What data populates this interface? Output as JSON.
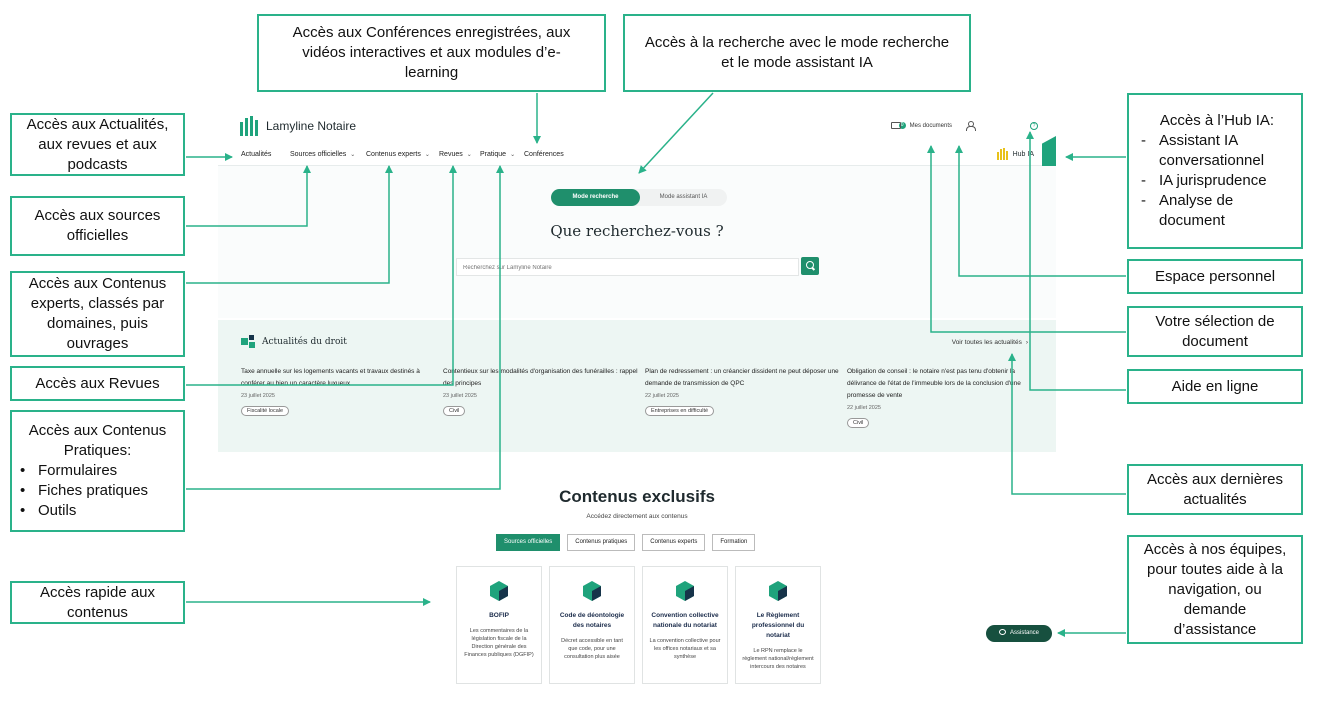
{
  "colors": {
    "accent": "#2ab28a",
    "brand": "#1fa37c",
    "brand_dark": "#1f8f6c",
    "hub_accent": "#e8c21a",
    "assist_bg": "#17503f"
  },
  "callouts": {
    "recordings": [
      "Accès aux Conférences enregistrées, aux",
      "vidéos interactives et aux modules d’e-",
      "learning"
    ],
    "search_modes": [
      "Accès à la recherche avec le mode recherche",
      "et le mode assistant IA"
    ],
    "hub_title": "Accès à l’Hub IA:",
    "hub_items": [
      "Assistant IA conversationnel",
      "IA jurisprudence",
      "Analyse de document"
    ],
    "news_reviews_podcasts": [
      "Accès aux Actualités,",
      "aux revues et aux",
      "podcasts"
    ],
    "official_sources": [
      "Accès aux sources",
      "officielles"
    ],
    "expert_content": [
      "Accès aux Contenus",
      "experts, classés par",
      "domaines, puis",
      "ouvrages"
    ],
    "reviews": [
      "Accès aux Revues"
    ],
    "practical_title": [
      "Accès aux Contenus",
      "Pratiques:"
    ],
    "practical_items": [
      "Formulaires",
      "Fiches pratiques",
      "Outils"
    ],
    "quick_access": [
      "Accès rapide aux",
      "contenus"
    ],
    "personal_space": [
      "Espace personnel"
    ],
    "document_selection": [
      "Votre sélection de",
      "document"
    ],
    "online_help": [
      "Aide en ligne"
    ],
    "latest_news": [
      "Accès aux dernières",
      "actualités"
    ],
    "teams": [
      "Accès à nos équipes,",
      "pour toutes aide à la",
      "navigation, ou",
      "demande",
      "d’assistance"
    ]
  },
  "app": {
    "logo_text": "Lamyline Notaire",
    "my_documents": "Mes documents",
    "documents_count": "0",
    "help_icon": "?",
    "nav": [
      {
        "label": "Actualités",
        "has_menu": false
      },
      {
        "label": "Sources officielles",
        "has_menu": true
      },
      {
        "label": "Contenus experts",
        "has_menu": true
      },
      {
        "label": "Revues",
        "has_menu": true
      },
      {
        "label": "Pratique",
        "has_menu": true
      },
      {
        "label": "Conférences",
        "has_menu": false
      }
    ],
    "hub_label": "Hub IA",
    "mode_search": "Mode recherche",
    "mode_assistant": "Mode assistant IA",
    "search_title": "Que recherchez-vous ?",
    "search_placeholder": "Recherchez sur Lamyline Notaire",
    "news_title": "Actualités du droit",
    "see_all": "Voir toutes les actualités",
    "news": [
      {
        "title": "Taxe annuelle sur les logements vacants et travaux destinés à conférer au bien un caractère luxueux",
        "date": "23 juillet 2025",
        "tag": "Fiscalité locale"
      },
      {
        "title": "Contentieux sur les modalités d'organisation des funérailles : rappel des principes",
        "date": "23 juillet 2025",
        "tag": "Civil"
      },
      {
        "title": "Plan de redressement : un créancier dissident ne peut déposer une demande de transmission de QPC",
        "date": "22 juillet 2025",
        "tag": "Entreprises en difficulté"
      },
      {
        "title": "Obligation de conseil : le notaire n'est pas tenu d'obtenir la délivrance de l'état de l'immeuble lors de la conclusion d'une promesse de vente",
        "date": "22 juillet 2025",
        "tag": "Civil"
      }
    ],
    "exclusive_title": "Contenus exclusifs",
    "exclusive_subtitle": "Accédez directement aux contenus",
    "exclusive_tabs": [
      "Sources officielles",
      "Contenus pratiques",
      "Contenus experts",
      "Formation"
    ],
    "cards": [
      {
        "title": "BOFIP",
        "desc": "Les commentaires de la législation fiscale de la Direction générale des Finances publiques (DGFIP)"
      },
      {
        "title": "Code de déontologie des notaires",
        "desc": "Décret accessible en tant que code, pour une consultation plus aisée"
      },
      {
        "title": "Convention collective nationale du notariat",
        "desc": "La convention collective pour les offices notariaux et sa synthèse"
      },
      {
        "title": "Le Règlement professionnel du notariat",
        "desc": "Le RPN remplace le règlement national/règlement intercours des notaires"
      }
    ],
    "assistance_label": "Assistance"
  }
}
